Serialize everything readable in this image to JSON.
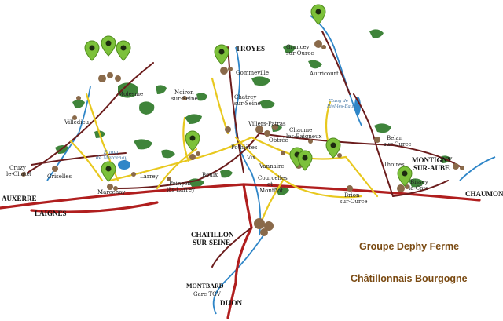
{
  "caption": {
    "line1": "Groupe Dephy Ferme",
    "line2": "Châtillonnais Bourgogne"
  },
  "colors": {
    "road_major": "#b01e1e",
    "road_secondary": "#6b1c1c",
    "road_local": "#e8c81e",
    "river": "#2f86c8",
    "forest": "#2f7a2a",
    "marker": "#7cc13a",
    "caption": "#7a4a12"
  },
  "marker_icon": "map-pin-icon",
  "cities": {
    "troyes": "TROYES",
    "auxerre": "AUXERRE",
    "laignes": "LAIGNES",
    "chatillon_1": "CHATILLON",
    "chatillon_2": "SUR-SEINE",
    "montigny_1": "MONTIGNY",
    "montigny_2": "SUR-AUBE",
    "chaumont": "CHAUMONT",
    "dijon": "DIJON",
    "montbard_1": "MONTBARD",
    "montbard_2": "Gare TGV"
  },
  "villages": {
    "grancey_1": "Grancey",
    "grancey_2": "sur-Ource",
    "autricourt": "Autricourt",
    "gomme": "Gommeville",
    "molesme": "Molesme",
    "noiron_1": "Noiron",
    "noiron_2": "sur-Seine",
    "chatrey_1": "Chatrey",
    "chatrey_2": "sur-Seine",
    "villedieu": "Villedieu",
    "villers": "Villers-Patras",
    "obtree": "Obtrée",
    "pothieres": "Pothières",
    "cruzy_1": "Cruzy",
    "cruzy_2": "le-Chatel",
    "griselles": "Griselles",
    "marcenay": "Marcenay",
    "larrey": "Larrey",
    "poinçon_1": "Poinçon",
    "poinçon_2": "lès-Larrey",
    "bouix": "Bouix",
    "vix": "Vix",
    "vannaire": "Vannaire",
    "courcelles_1": "Courcelles",
    "courcelles_2": "et",
    "courcelles_3": "Montliot",
    "belan_1": "Belan",
    "belan_2": "sur-Ource",
    "thoires": "Thoires",
    "brion_1": "Brion",
    "brion_2": "sur-Ource",
    "bissey_1": "Bissey",
    "bissey_2": "la-Côte",
    "chaume_1": "Chaume",
    "chaume_2": "les-Baigneux"
  },
  "lakes": {
    "marcenay_1": "Etang",
    "marcenay_2": "de Marcenay",
    "riel_1": "Etang de",
    "riel_2": "Riel-les-Eaux"
  }
}
